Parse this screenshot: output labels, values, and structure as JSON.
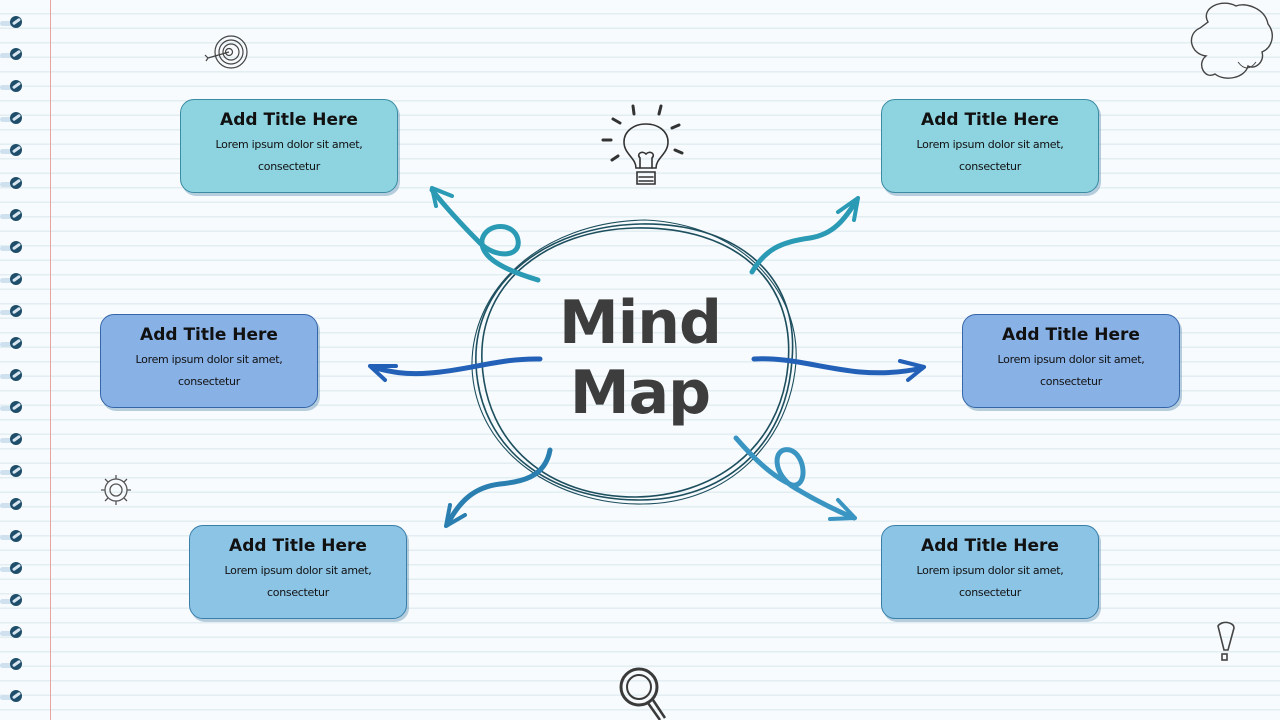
{
  "center": {
    "line1": "Mind",
    "line2": "Map"
  },
  "nodes": [
    {
      "id": "top-left",
      "title": "Add Title Here",
      "body": "Lorem ipsum dolor sit amet, consectetur",
      "color": "#8dd3e0"
    },
    {
      "id": "middle-left",
      "title": "Add Title Here",
      "body": "Lorem ipsum dolor sit amet, consectetur",
      "color": "#88b1e6"
    },
    {
      "id": "bottom-left",
      "title": "Add Title Here",
      "body": "Lorem ipsum dolor sit amet, consectetur",
      "color": "#8cc4e6"
    },
    {
      "id": "top-right",
      "title": "Add Title Here",
      "body": "Lorem ipsum dolor sit amet, consectetur",
      "color": "#8dd3e0"
    },
    {
      "id": "middle-right",
      "title": "Add Title Here",
      "body": "Lorem ipsum dolor sit amet, consectetur",
      "color": "#88b1e6"
    },
    {
      "id": "bottom-right",
      "title": "Add Title Here",
      "body": "Lorem ipsum dolor sit amet, consectetur",
      "color": "#8cc4e6"
    }
  ],
  "decorations": [
    "target-icon",
    "lightbulb-icon",
    "thought-cloud-icon",
    "gear-icon",
    "magnifier-icon",
    "exclamation-icon"
  ],
  "colors": {
    "teal_arrow": "#2a9ab5",
    "blue_arrow": "#2360b8",
    "sky_arrow": "#2a86b8",
    "circle_stroke": "#1e4f5f",
    "margin": "#e8a3a3"
  }
}
